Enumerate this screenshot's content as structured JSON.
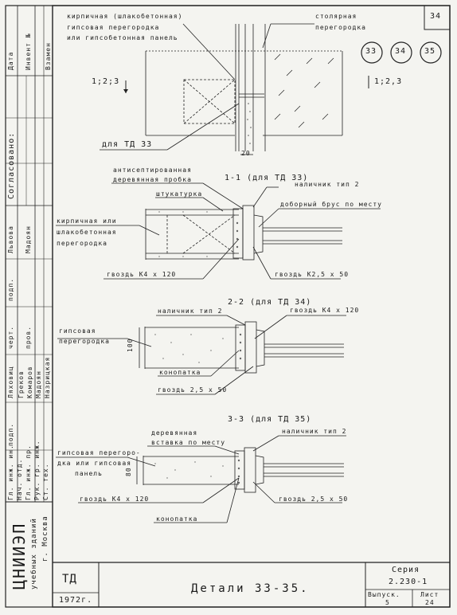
{
  "sheet": {
    "page_number": "34",
    "circles": [
      "33",
      "34",
      "35"
    ],
    "title_ref": "1;2;3",
    "title_ref_right": "1;2,3"
  },
  "top_detail": {
    "label_brick": "кирпичная (шлакобетонная)",
    "label_gypsum": "гипсовая перегородка",
    "label_panel": "или гипсобетонная панель",
    "label_joinery_1": "столярная",
    "label_joinery_2": "перегородка",
    "for_td": "для ТД 33",
    "dim_20": "20"
  },
  "section1": {
    "title": "1-1 (для ТД 33)",
    "antiseptic_1": "антисептированная",
    "antiseptic_2": "деревянная пробка",
    "plaster": "штукатурка",
    "casing": "наличник тип 2",
    "extra_bar": "доборный брус по месту",
    "wall_1": "кирпичная или",
    "wall_2": "шлакобетонная",
    "wall_3": "перегородка",
    "nail_left": "гвоздь К4 х 120",
    "nail_right": "гвоздь К2,5 х 50"
  },
  "section2": {
    "title": "2-2 (для ТД 34)",
    "casing": "наличник тип 2",
    "nail_top": "гвоздь К4 х 120",
    "wall_1": "гипсовая",
    "wall_2": "перегородка",
    "dim": "100",
    "caulk": "конопатка",
    "nail_bottom": "гвоздь 2,5 х 50"
  },
  "section3": {
    "title": "3-3 (для ТД 35)",
    "insert_1": "деревянная",
    "insert_2": "вставка по месту",
    "casing": "наличник тип 2",
    "wall_1": "гипсовая перегоро-",
    "wall_2": "дка или гипсовая",
    "wall_3": "панель",
    "dim": "80",
    "nail_left": "гвоздь К4 х 120",
    "nail_right": "гвоздь 2,5 х 50",
    "caulk": "конопатка"
  },
  "left_strip": {
    "data": "Дата",
    "inv": "Инвент №",
    "vzamen": "Взамен",
    "agreed": "Согласовано:",
    "names": [
      "Львова",
      "Мадоян",
      "Ляховиц",
      "Греков",
      "Комаров",
      "Мадоян",
      "Назрицкая"
    ],
    "roles": [
      "Гл. инж. ин.",
      "Нач. отд.",
      "Гл. инж. пр.",
      "Рук. гр. инж.",
      "Ст. тех."
    ],
    "podp": "подп.",
    "chert": "черт.",
    "prov": "пров."
  },
  "org": {
    "name": "ЦНИИЭП",
    "sub": "учебных зданий",
    "city": "г. Москва"
  },
  "title_block": {
    "code": "ТД",
    "year": "1972г.",
    "title": "Детали 33-35.",
    "series_label": "Серия",
    "series": "2.230-1",
    "issue_label": "Выпуск.",
    "issue": "5",
    "sheet_label": "Лист",
    "sheet": "24"
  }
}
